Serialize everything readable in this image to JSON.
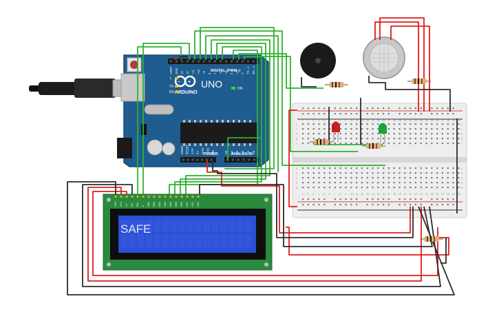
{
  "board": {
    "brand": "ARDUINO",
    "model": "UNO",
    "digital_header": "DIGITAL (PWM~)",
    "power_header": "POWER",
    "analog_header": "ANALOG IN",
    "on_label": "ON",
    "tx_label": "TX",
    "rx_label": "RX",
    "l_label": "L",
    "digital_pins": [
      "AREF",
      "GND",
      "13",
      "12",
      "~11",
      "~10",
      "~9",
      "8",
      "7",
      "~6",
      "~5",
      "4",
      "~3",
      "2",
      "TX→1",
      "RX←0"
    ],
    "power_pins": [
      "IOREF",
      "RESET",
      "3.3V",
      "5V",
      "GND",
      "GND",
      "Vin"
    ],
    "analog_pins": [
      "A0",
      "A1",
      "A2",
      "A3",
      "A4",
      "A5"
    ],
    "board_color": "#1f5c8f"
  },
  "lcd": {
    "display_text": "SAFE",
    "pin_labels": [
      "GND",
      "VCC",
      "V0",
      "RS",
      "RW",
      "E",
      "DB0",
      "DB1",
      "DB2",
      "DB3",
      "DB4",
      "DB5",
      "DB6",
      "DB7",
      "LED",
      "LED"
    ],
    "screen_color": "#2b4fd6"
  },
  "breadboard": {
    "column_numbers": [
      "1",
      "2",
      "3",
      "4",
      "5",
      "6",
      "7",
      "8",
      "9",
      "10",
      "11",
      "12",
      "13",
      "14",
      "15",
      "16",
      "17",
      "18",
      "19",
      "20",
      "21",
      "22",
      "23",
      "24",
      "25",
      "26",
      "27",
      "28",
      "29",
      "30"
    ],
    "row_letters_top": [
      "j",
      "i",
      "h",
      "g",
      "f"
    ],
    "row_letters_bottom": [
      "e",
      "d",
      "c",
      "b",
      "a"
    ]
  },
  "components": {
    "led_red_color": "#c81e1e",
    "led_green_color": "#1aa53a"
  },
  "wire_colors": {
    "red": "#e01b1b",
    "black": "#2b2b2b",
    "green": "#2fb12f"
  }
}
